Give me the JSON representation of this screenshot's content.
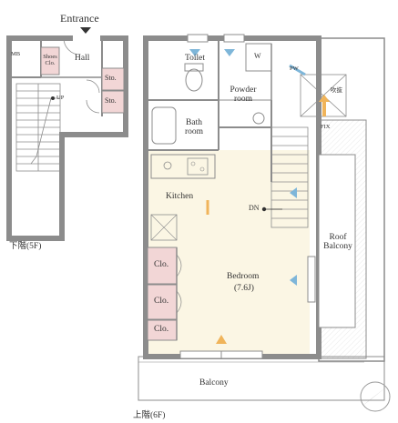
{
  "lower_floor": {
    "caption": "下階(5F)",
    "labels": {
      "entrance": "Entrance",
      "mb": "MB",
      "shoes": "Shoes Clo.",
      "hall": "Hall",
      "sto1": "Sto.",
      "sto2": "Sto.",
      "up": "UP"
    }
  },
  "upper_floor": {
    "caption": "上階(6F)",
    "labels": {
      "toilet": "Toilet",
      "w": "W",
      "pw": "PW",
      "powder_room": "Powder room",
      "bath_room": "Bath room",
      "kitchen": "Kitchen",
      "dn": "DN",
      "roof_balcony": "Roof Balcony",
      "bedroom": "Bedroom",
      "bedroom_size": "(7.6J)",
      "clo1": "Clo.",
      "clo2": "Clo.",
      "clo3": "Clo.",
      "balcony": "Balcony",
      "fukinuke": "吹抜",
      "fix": "FIX"
    }
  },
  "colors": {
    "wall": "#8c8c8c",
    "storage_fill": "#f2d6d6",
    "bedroom_fill": "#fbf6e4",
    "arrow_blue": "#7eb6d9",
    "arrow_orange": "#f0b45a"
  }
}
